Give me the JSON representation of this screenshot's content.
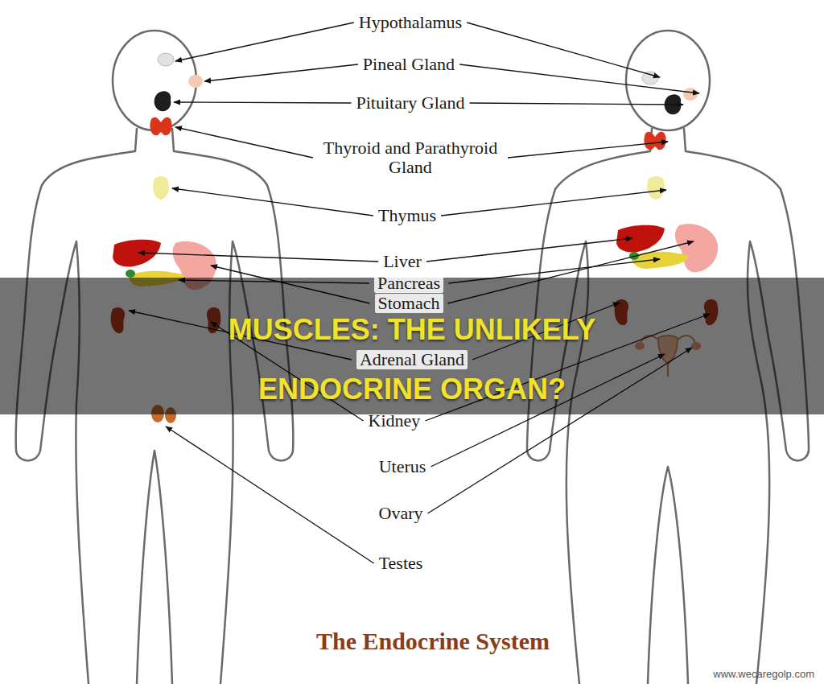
{
  "diagram": {
    "title": "MUSCLES: THE UNLIKELY ENDOCRINE ORGAN?",
    "caption": "The Endocrine System",
    "labels": [
      "Hypothalamus",
      "Pineal Gland",
      "Pituitary Gland",
      "Thyroid and Parathyroid Gland",
      "Thymus",
      "Liver",
      "Pancreas",
      "Stomach",
      "Adrenal Gland",
      "Kidney",
      "Uterus",
      "Ovary",
      "Testes",
      "www.wecaregolp.com"
    ]
  }
}
